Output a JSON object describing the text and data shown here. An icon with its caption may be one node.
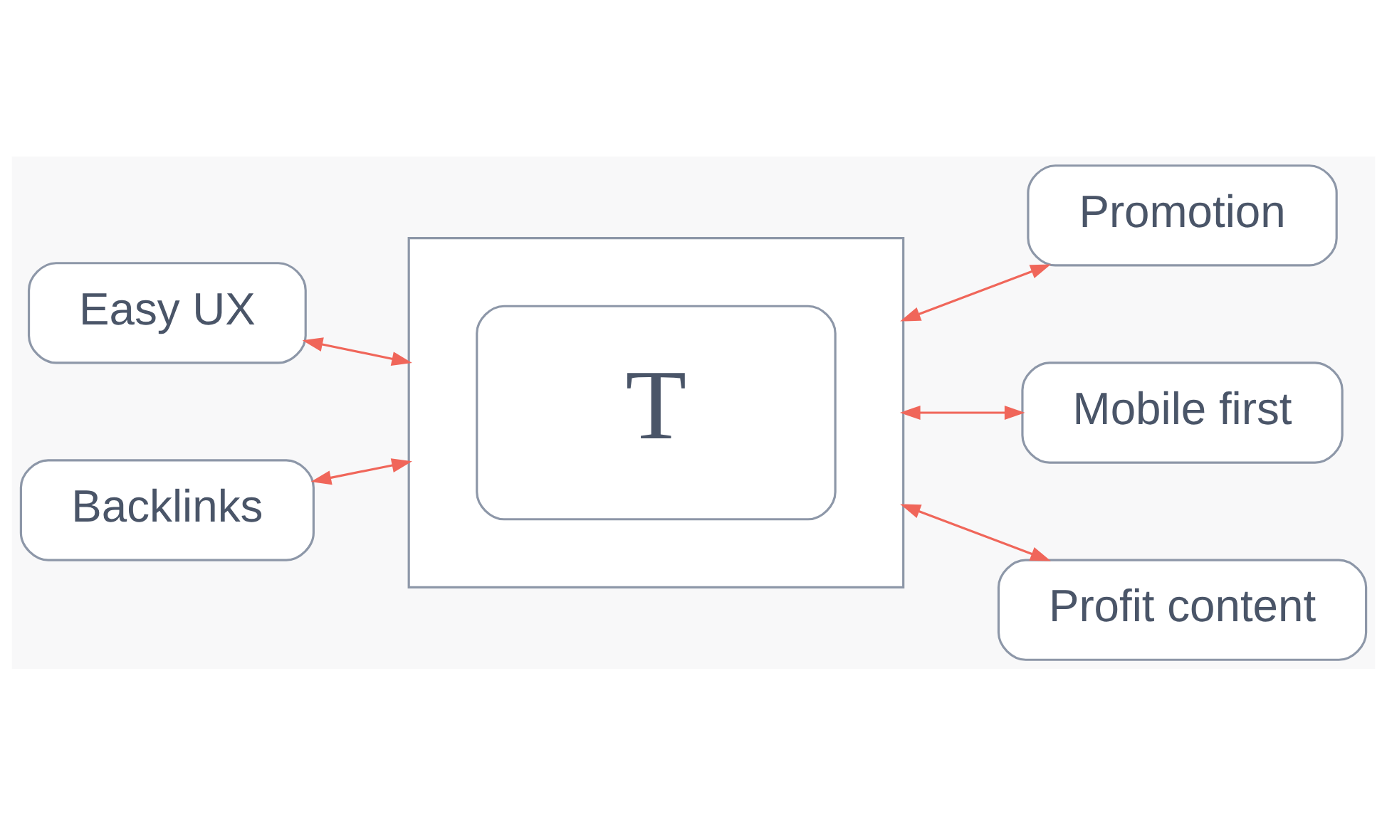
{
  "diagram": {
    "nodes": [
      {
        "text": [
          "Promotion"
        ]
      },
      {
        "text": [
          "Mobile first"
        ]
      },
      {
        "text": [
          "Easy UX"
        ]
      },
      {
        "text": [],
        "shape": "box"
      },
      {
        "text": [
          "T"
        ],
        "in": 3
      },
      {
        "text": [
          "Profit content"
        ]
      },
      {
        "text": [
          "Backlinks"
        ]
      }
    ],
    "edges": [
      {
        "from": 3,
        "to": 0,
        "arrow": "both"
      },
      {
        "from": 2,
        "to": 3,
        "arrow": "both"
      },
      {
        "from": 6,
        "to": 3,
        "arrow": "both"
      },
      {
        "from": 3,
        "to": 1,
        "arrow": "both"
      },
      {
        "from": 3,
        "to": 5,
        "arrow": "both"
      }
    ]
  }
}
